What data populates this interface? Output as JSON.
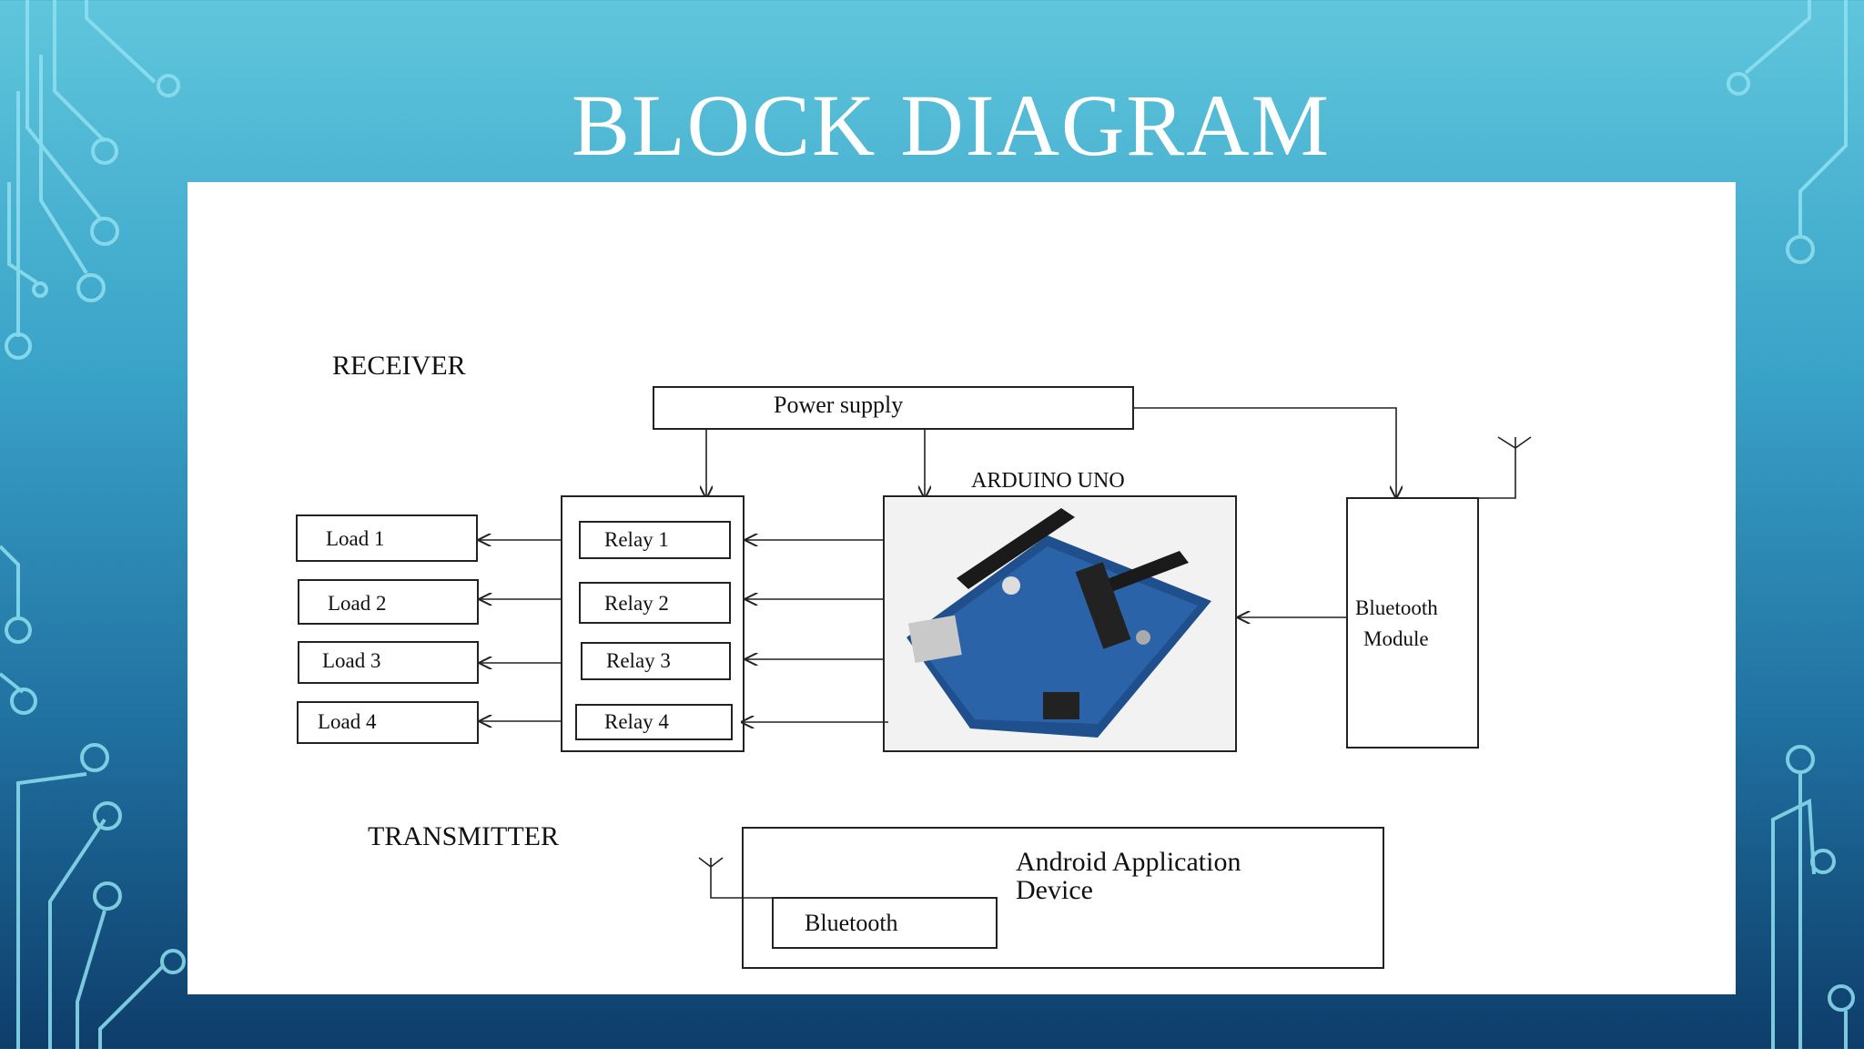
{
  "slide": {
    "title": "BLOCK DIAGRAM"
  },
  "colors": {
    "background_top": "#5fc6dc",
    "background_bottom": "#0e3d6a",
    "panel": "#ffffff",
    "circuit": "#8fe0f0",
    "board": "#1f4f8c"
  },
  "diagram": {
    "receiver_label": "RECEIVER",
    "power_supply": "Power supply",
    "arduino_label": "ARDUINO UNO",
    "loads": [
      "Load 1",
      "Load 2",
      "Load 3",
      "Load 4"
    ],
    "relays": [
      "Relay 1",
      "Relay 2",
      "Relay 3",
      "Relay 4"
    ],
    "bluetooth_module": [
      "Bluetooth",
      "Module"
    ],
    "transmitter_label": "TRANSMITTER",
    "android_device": [
      "Android Application",
      "Device"
    ],
    "bluetooth": "Bluetooth"
  }
}
